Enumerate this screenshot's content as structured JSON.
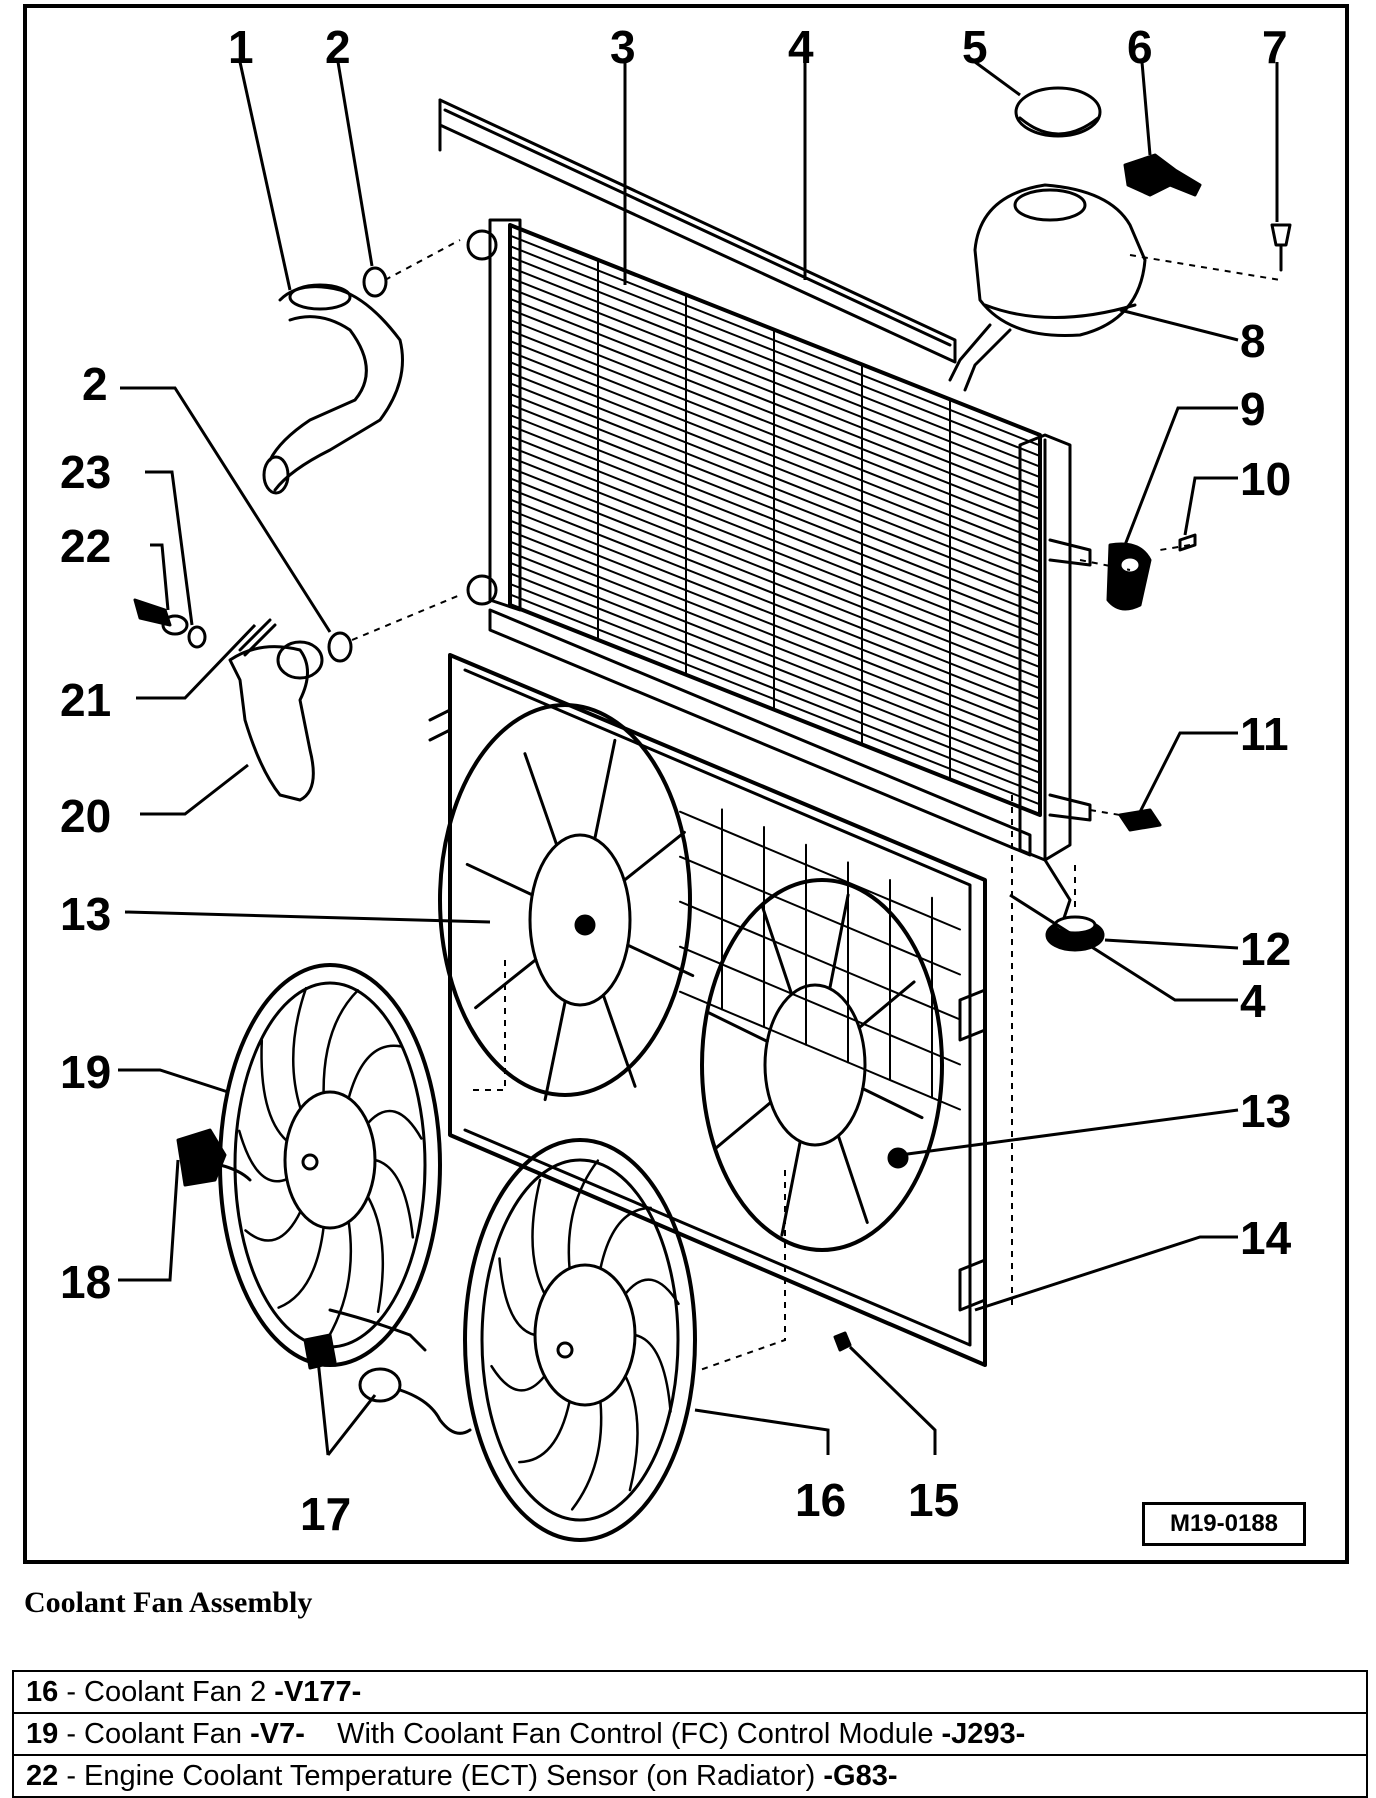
{
  "diagram": {
    "figure_id": "M19-0188",
    "callouts": {
      "c1": "1",
      "c2a": "2",
      "c3": "3",
      "c4a": "4",
      "c5": "5",
      "c6": "6",
      "c7": "7",
      "c8": "8",
      "c2b": "2",
      "c9": "9",
      "c23": "23",
      "c10": "10",
      "c22": "22",
      "c21": "21",
      "c11": "11",
      "c20": "20",
      "c13a": "13",
      "c12": "12",
      "c4b": "4",
      "c19": "19",
      "c13b": "13",
      "c14": "14",
      "c18": "18",
      "c17": "17",
      "c16": "16",
      "c15": "15"
    }
  },
  "caption": "Coolant Fan Assembly",
  "legend": [
    {
      "num": "16",
      "sep": " -  ",
      "name": "Coolant Fan 2 ",
      "code": "-V177-",
      "rest": "",
      "code2": ""
    },
    {
      "num": "19",
      "sep": " -  ",
      "name": "Coolant Fan ",
      "code": "-V7-",
      "rest": "    With Coolant Fan Control (FC) Control Module ",
      "code2": "-J293-"
    },
    {
      "num": "22",
      "sep": " -  ",
      "name": "Engine Coolant Temperature (ECT) Sensor (on Radiator) ",
      "code": "-G83-",
      "rest": "",
      "code2": ""
    }
  ]
}
